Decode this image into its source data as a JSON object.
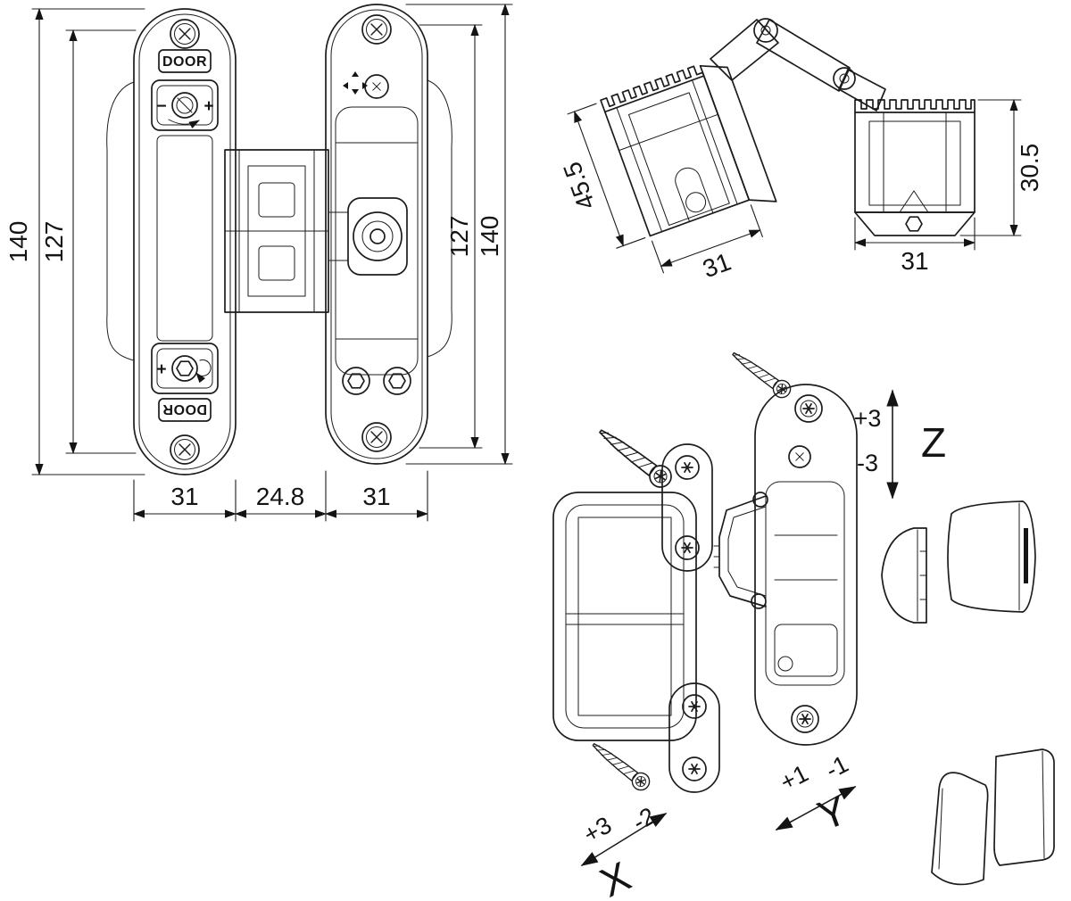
{
  "colors": {
    "line": "#1c1c1c",
    "background": "#ffffff"
  },
  "front_view": {
    "door_top": "DOOR",
    "door_bottom": "DOOR",
    "adjusters": {
      "top_minus": "−",
      "top_plus": "+",
      "bottom_plus": "+"
    },
    "dims": {
      "outer_left": "140",
      "inner_left": "127",
      "inner_right": "127",
      "outer_right": "140",
      "bottom_left": "31",
      "bottom_center": "24.8",
      "bottom_right": "31"
    }
  },
  "iso_view": {
    "dims": {
      "left_height": "45.5",
      "left_width": "31",
      "right_height": "30.5",
      "right_width": "31"
    }
  },
  "exploded_view": {
    "axes": {
      "z": {
        "label": "Z",
        "positive": "+3",
        "negative": "-3"
      },
      "y": {
        "label": "Y",
        "positive": "+1",
        "negative": "-1"
      },
      "x": {
        "label": "X",
        "positive": "+3",
        "negative": "-2"
      }
    }
  }
}
